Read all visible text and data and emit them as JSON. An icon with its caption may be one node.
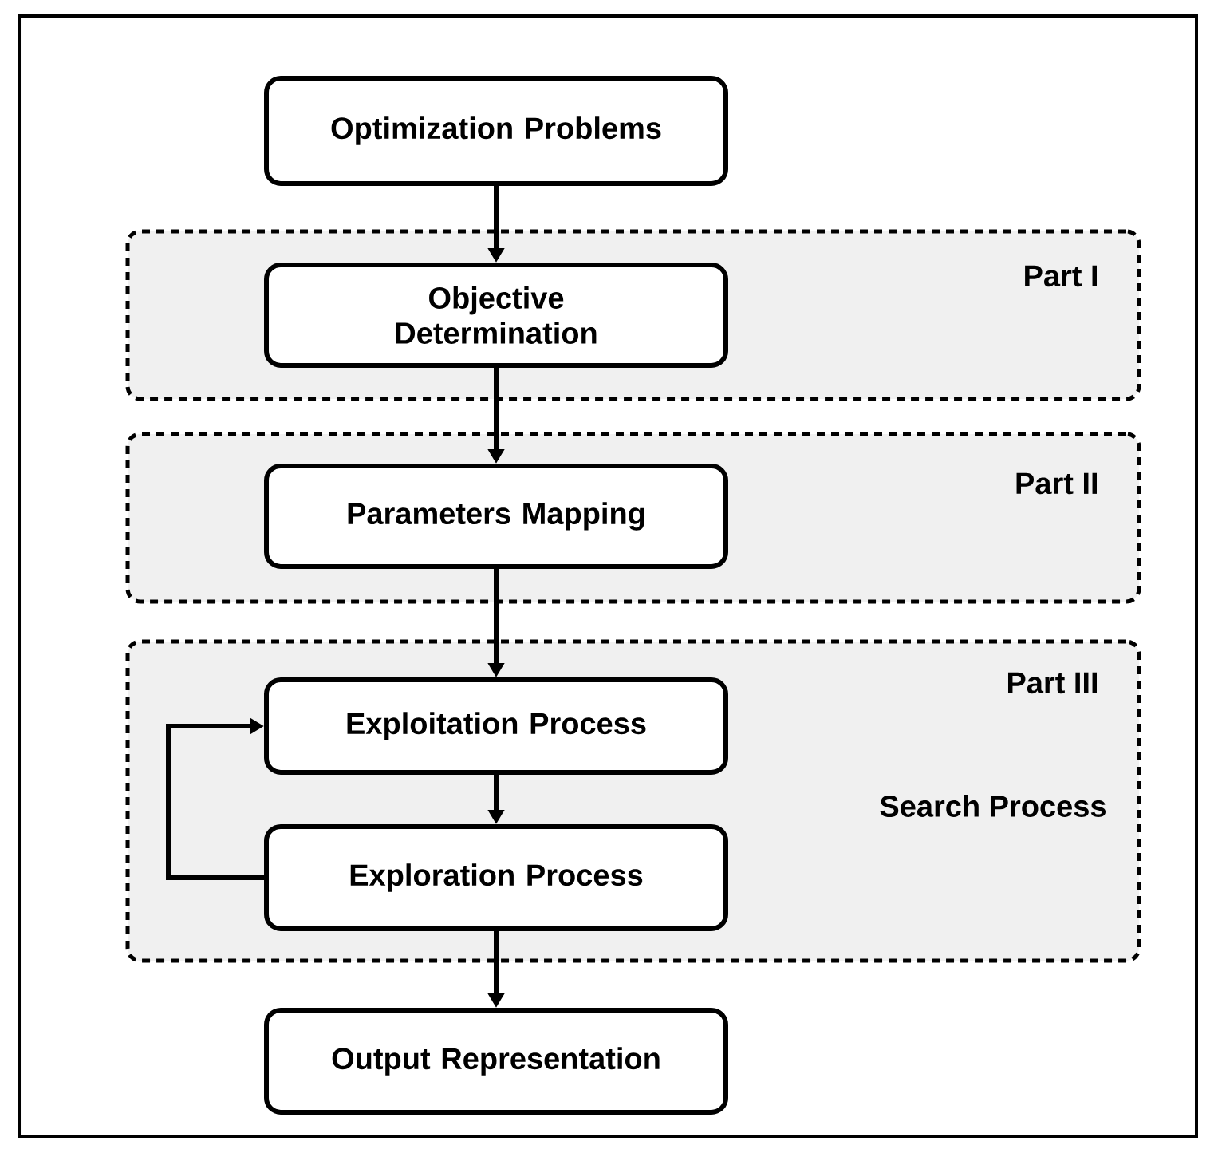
{
  "diagram": {
    "nodes": [
      {
        "text": [
          "Optimization Problems"
        ]
      },
      {
        "text": [
          "Part I"
        ]
      },
      {
        "text": [
          "Objective Determination"
        ],
        "in": 1
      },
      {
        "text": [
          "Part II"
        ]
      },
      {
        "text": [
          "Parameters Mapping"
        ],
        "in": 3
      },
      {
        "text": [
          "Part III",
          "Search Process"
        ]
      },
      {
        "text": [
          "Exploitation Process"
        ],
        "in": 5
      },
      {
        "text": [
          "Exploration Process"
        ],
        "in": 5
      },
      {
        "text": [
          "Output Representation"
        ]
      }
    ],
    "edges": [
      {
        "from": 0,
        "to": 2,
        "arrow": "to"
      },
      {
        "from": 2,
        "to": 4,
        "arrow": "to"
      },
      {
        "from": 4,
        "to": 6,
        "arrow": "to"
      },
      {
        "from": 6,
        "to": 7,
        "arrow": "to"
      },
      {
        "from": 7,
        "to": 6,
        "arrow": "to"
      },
      {
        "from": 7,
        "to": 8,
        "arrow": "to"
      }
    ]
  }
}
